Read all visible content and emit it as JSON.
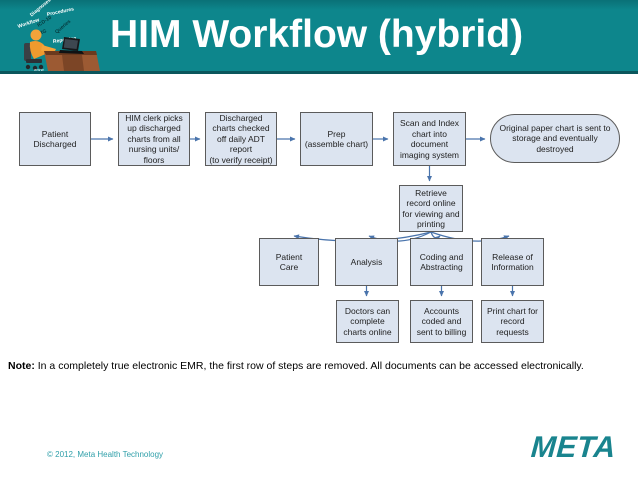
{
  "slide": {
    "title": "HIM Workflow (hybrid)",
    "clipart_words": [
      "Diagnoses",
      "Procedures",
      "Workflow",
      "ICD-10",
      "Queries",
      "DRG",
      "Reporting"
    ],
    "clipart_www": "www"
  },
  "flowchart": {
    "nodes": {
      "patient_discharged": "Patient\nDischarged",
      "him_clerk": "HIM clerk picks\nup discharged\ncharts from all\nnursing units/\nfloors",
      "charts_checked": "Discharged\ncharts checked\noff daily ADT\nreport\n(to verify receipt)",
      "prep": "Prep\n(assemble chart)",
      "scan_index": "Scan and Index\nchart into\ndocument\nimaging system",
      "storage": "Original paper chart is sent to\nstorage and eventually\ndestroyed",
      "retrieve": "Retrieve\nrecord online\nfor viewing and\nprinting",
      "patient_care": "Patient\nCare",
      "analysis": "Analysis",
      "coding": "Coding and\nAbstracting",
      "release": "Release of\nInformation",
      "doctors": "Doctors can\ncomplete\ncharts online",
      "accounts": "Accounts\ncoded and\nsent to billing",
      "print_chart": "Print chart for\nrecord\nrequests"
    }
  },
  "note": {
    "label": "Note:",
    "text": " In a completely true electronic EMR, the first row of steps are removed. All documents can be accessed electronically."
  },
  "footer": {
    "copyright": "© 2012, Meta Health Technology",
    "logo": "META"
  },
  "colors": {
    "header_teal": "#0d868c",
    "header_teal_dark": "#0a7177",
    "header_teal_edge": "#0b565c",
    "box_fill": "#dce4f0",
    "box_border": "#5b5b5b",
    "arrow_blue": "#4a74ac",
    "accent_teal": "#2f9fa9",
    "logo_teal": "#19848e"
  }
}
